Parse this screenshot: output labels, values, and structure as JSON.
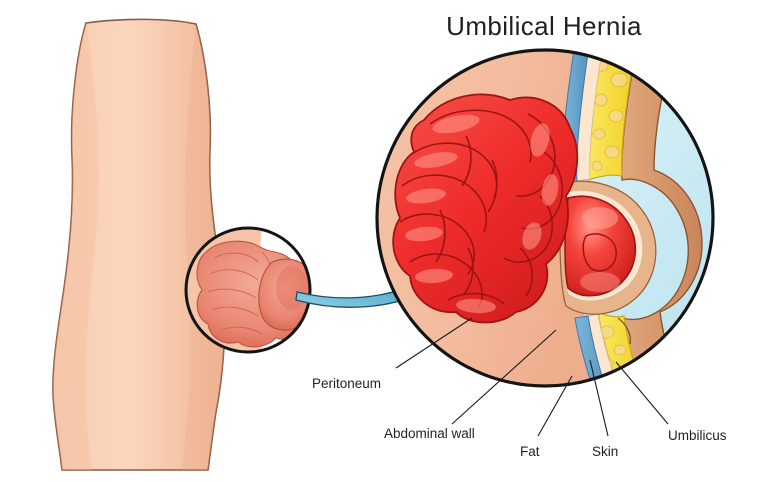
{
  "figure": {
    "title": "Umbilical Hernia",
    "type": "medical-anatomical-illustration",
    "subject": "umbilical hernia cross-section",
    "background_color": "#ffffff"
  },
  "palette": {
    "skin": "#f8c9ac",
    "skin_shadow": "#edb391",
    "skin_layer": "#d79a72",
    "outline": "#1a1a1a",
    "intestine_red": "#ee2b2b",
    "intestine_dark": "#c21717",
    "intestine_highlight": "#ff8b7e",
    "fat_yellow": "#f7e03a",
    "fat_blob": "#f5c842",
    "peritoneum_blue": "#5b9bc8",
    "muscle_cream": "#fbe6cf",
    "lens_blue": "#c9e9f2",
    "arrow_blue": "#3e9ec4",
    "text": "#231f20"
  },
  "body_view": {
    "name": "torso-silhouette",
    "description": "front view of abdomen with navel region circled",
    "inset_circle": {
      "name": "inset-magnifier-circle",
      "contents": "coiled intestine bulging through navel"
    }
  },
  "magnified_view": {
    "name": "magnified-cross-section-circle",
    "description": "cross-section of abdominal wall showing intestine protruding through umbilical ring"
  },
  "arrow": {
    "name": "magnification-arrow",
    "color": "#3e9ec4",
    "direction": "from inset circle to magnified circle"
  },
  "callouts": [
    {
      "id": "peritoneum",
      "label": "Peritoneum"
    },
    {
      "id": "abdominal-wall",
      "label": "Abdominal wall"
    },
    {
      "id": "fat",
      "label": "Fat"
    },
    {
      "id": "skin",
      "label": "Skin"
    },
    {
      "id": "umbilicus",
      "label": "Umbilicus"
    }
  ]
}
